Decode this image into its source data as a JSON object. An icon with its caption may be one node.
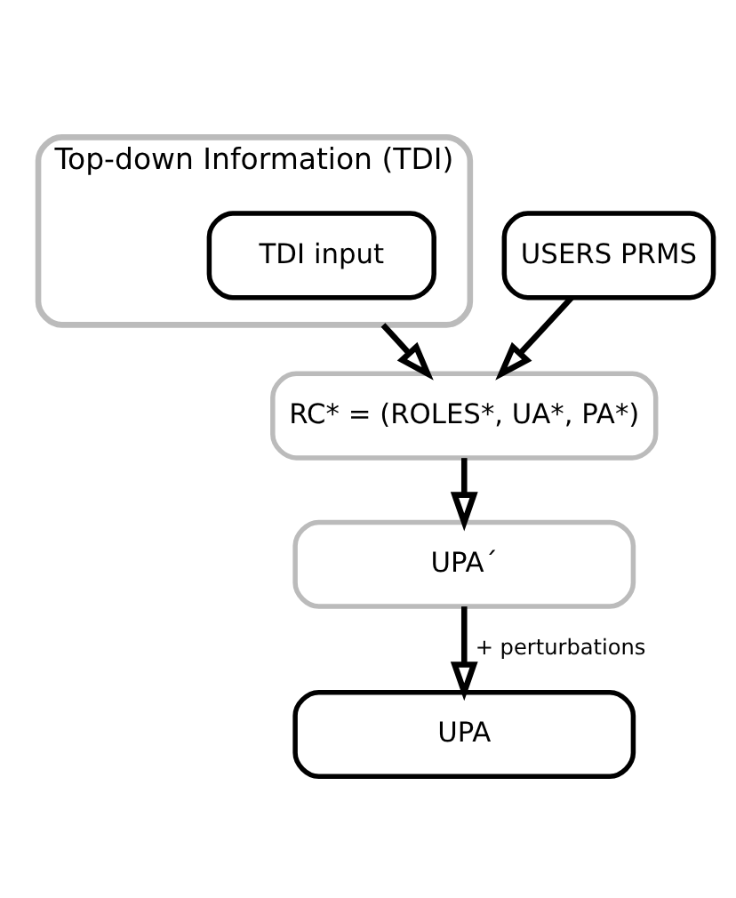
{
  "diagram": {
    "nodes": [
      {
        "text": [
          "Top-down Information (TDI)"
        ]
      },
      {
        "text": [
          "TDI input"
        ],
        "in": 0
      },
      {
        "text": [
          "USERS PRMS"
        ]
      },
      {
        "text": [
          "RC* = (ROLES*, UA*, PA*)"
        ]
      },
      {
        "text": [
          "UPA´"
        ]
      },
      {
        "text": [
          "UPA"
        ]
      }
    ],
    "edges": [
      {
        "from": 0,
        "to": 3,
        "arrow": "to"
      },
      {
        "from": 2,
        "to": 3,
        "arrow": "to"
      },
      {
        "from": 3,
        "to": 4,
        "arrow": "to"
      },
      {
        "from": 4,
        "to": 5,
        "arrow": "to",
        "label": "+ perturbations"
      }
    ]
  }
}
